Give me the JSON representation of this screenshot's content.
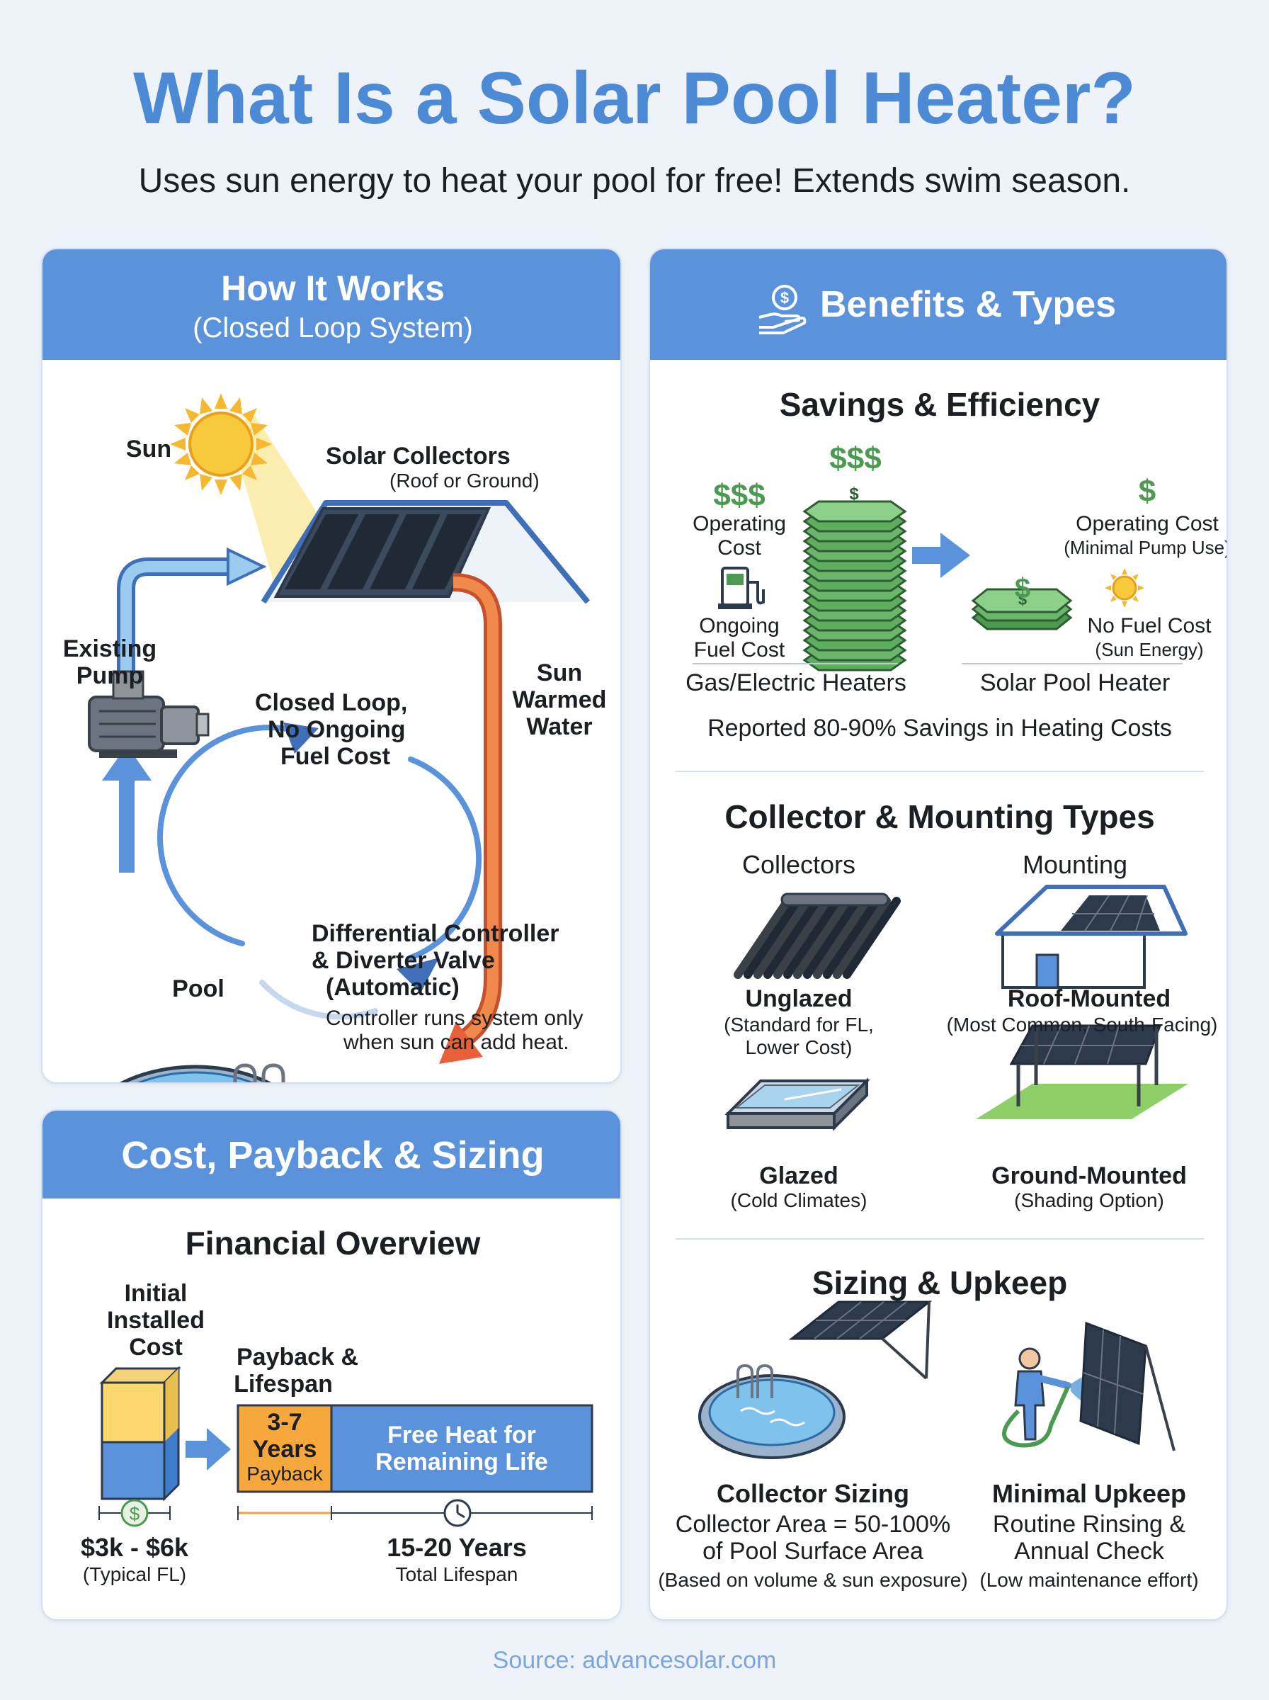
{
  "title": "What Is a Solar Pool Heater?",
  "subtitle": "Uses sun energy to heat your pool for free! Extends swim season.",
  "colors": {
    "accent": "#5a93dc",
    "title": "#4d8ad6",
    "money_green": "#4c9a52",
    "hot": "#e8603a",
    "cool": "#6aa6dc"
  },
  "how_it_works": {
    "title": "How It Works",
    "subtitle": "(Closed Loop System)",
    "sun": "Sun",
    "collectors": "Solar Collectors",
    "collectors_note": "(Roof or Ground)",
    "pump_line1": "Existing",
    "pump_line2": "Pump",
    "loop_line1": "Closed Loop,",
    "loop_line2": "No Ongoing",
    "loop_line3": "Fuel Cost",
    "warm_line1": "Sun",
    "warm_line2": "Warmed",
    "warm_line3": "Water",
    "pool": "Pool",
    "controller_line1": "Differential Controller",
    "controller_line2": "& Diverter Valve",
    "controller_line3": "(Automatic)",
    "controller_note_line1": "Controller runs system only",
    "controller_note_line2": "when sun can add heat."
  },
  "cost": {
    "title": "Cost, Payback & Sizing",
    "heading": "Financial Overview",
    "initial_line1": "Initial",
    "initial_line2": "Installed",
    "initial_line3": "Cost",
    "payback_line1": "Payback &",
    "payback_line2": "Lifespan",
    "payback_years": "3-7",
    "payback_years_word": "Years",
    "payback_word": "Payback",
    "free_line1": "Free Heat for",
    "free_line2": "Remaining Life",
    "price": "$3k - $6k",
    "price_note": "(Typical FL)",
    "lifespan": "15-20 Years",
    "lifespan_note": "Total Lifespan",
    "dollar_symbol": "$"
  },
  "benefits": {
    "title": "Benefits & Types",
    "savings_heading": "Savings & Efficiency",
    "gas_dollars": "$$$",
    "gas_stack_dollars": "$$$",
    "stack_symbol": "$",
    "gas_op_line1": "Operating",
    "gas_op_line2": "Cost",
    "gas_fuel_line1": "Ongoing",
    "gas_fuel_line2": "Fuel Cost",
    "gas_label": "Gas/Electric Heaters",
    "solar_dollar": "$",
    "solar_small_dollar": "$",
    "solar_stack_symbol": "$",
    "solar_op": "Operating Cost",
    "solar_op_note": "(Minimal Pump Use)",
    "solar_fuel": "No Fuel Cost",
    "solar_fuel_note": "(Sun Energy)",
    "solar_label": "Solar Pool Heater",
    "savings_note": "Reported 80-90% Savings in Heating Costs",
    "types_heading": "Collector & Mounting Types",
    "collectors_col": "Collectors",
    "mounting_col": "Mounting",
    "unglazed": "Unglazed",
    "unglazed_note_line1": "(Standard for FL,",
    "unglazed_note_line2": "Lower Cost)",
    "glazed": "Glazed",
    "glazed_note": "(Cold Climates)",
    "roof": "Roof-Mounted",
    "roof_note": "(Most Common, South-Facing)",
    "ground": "Ground-Mounted",
    "ground_note": "(Shading Option)",
    "sizing_heading": "Sizing & Upkeep",
    "sizing_title": "Collector Sizing",
    "sizing_line1": "Collector Area = 50-100%",
    "sizing_line2": "of Pool Surface Area",
    "sizing_note": "(Based on volume & sun exposure)",
    "upkeep_title": "Minimal Upkeep",
    "upkeep_line1": "Routine Rinsing &",
    "upkeep_line2": "Annual Check",
    "upkeep_note": "(Low maintenance effort)"
  },
  "source": "Source: advancesolar.com"
}
